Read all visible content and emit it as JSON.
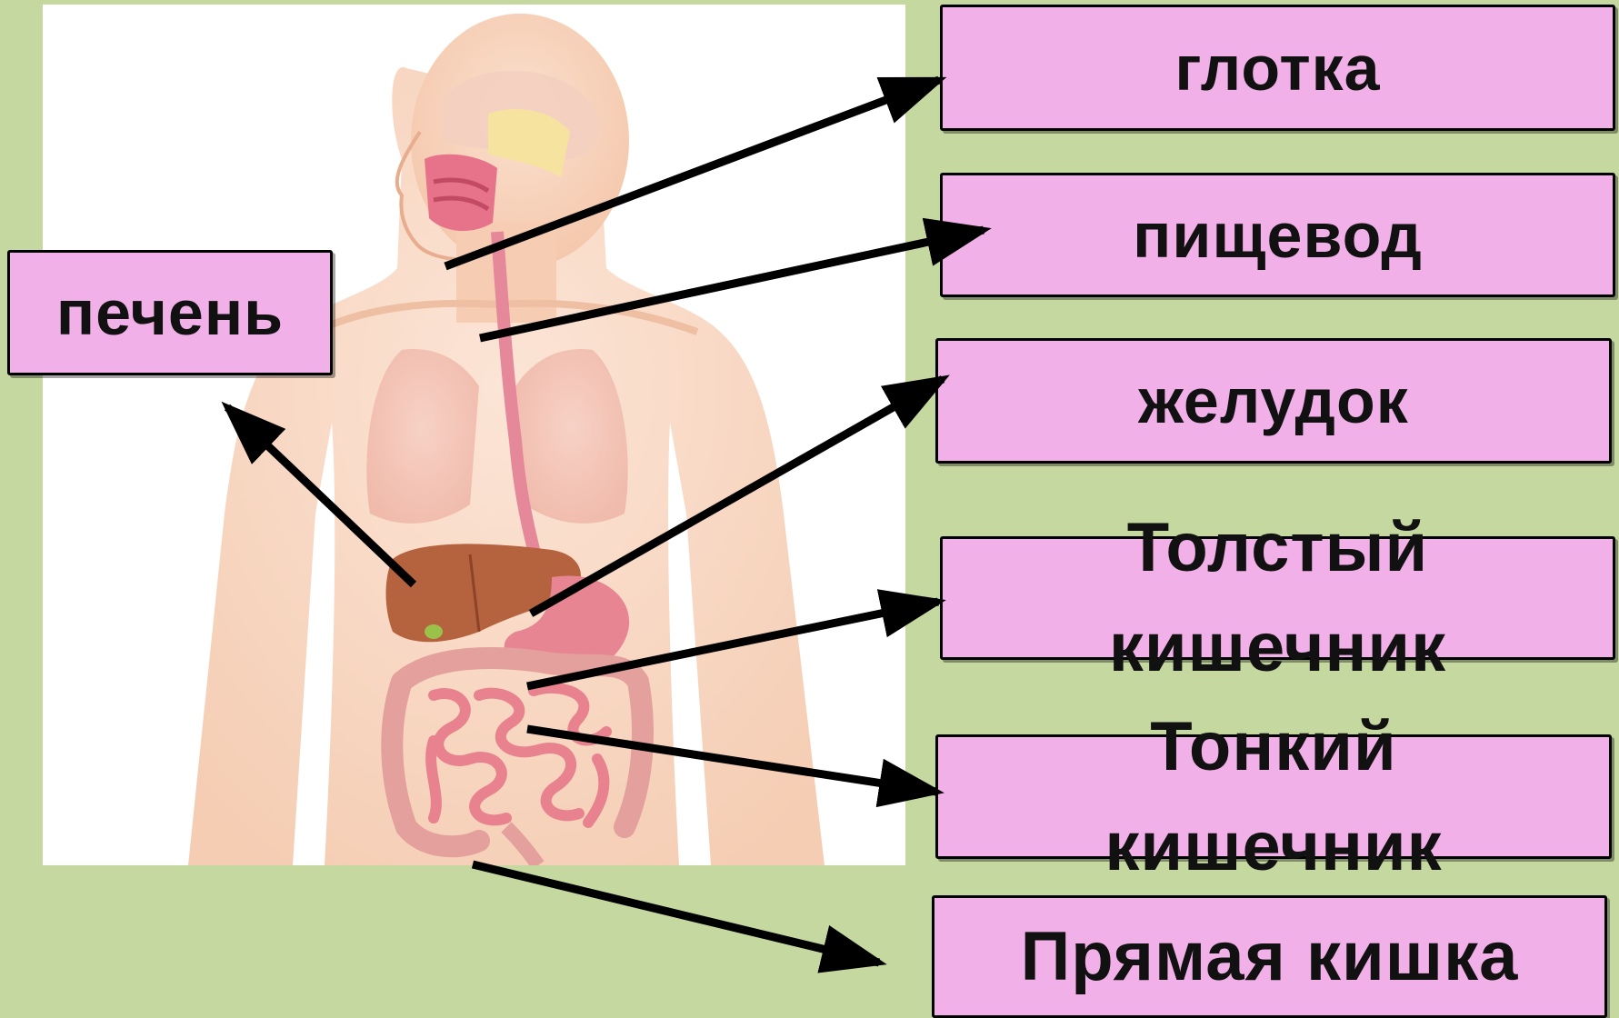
{
  "colors": {
    "background": "#c5d8a0",
    "label_fill": "#f2b0e8",
    "label_border": "#000000",
    "arrow": "#000000",
    "panel": "#ffffff"
  },
  "illustration": {
    "subject": "human digestive system anatomy, torso front view"
  },
  "labels": {
    "liver": "печень",
    "pharynx": "глотка",
    "esophagus": "пищевод",
    "stomach": "желудок",
    "large_intestine": [
      "Толстый",
      "кишечник"
    ],
    "small_intestine": [
      "Тонкий",
      "кишечник"
    ],
    "rectum": "Прямая кишка"
  }
}
